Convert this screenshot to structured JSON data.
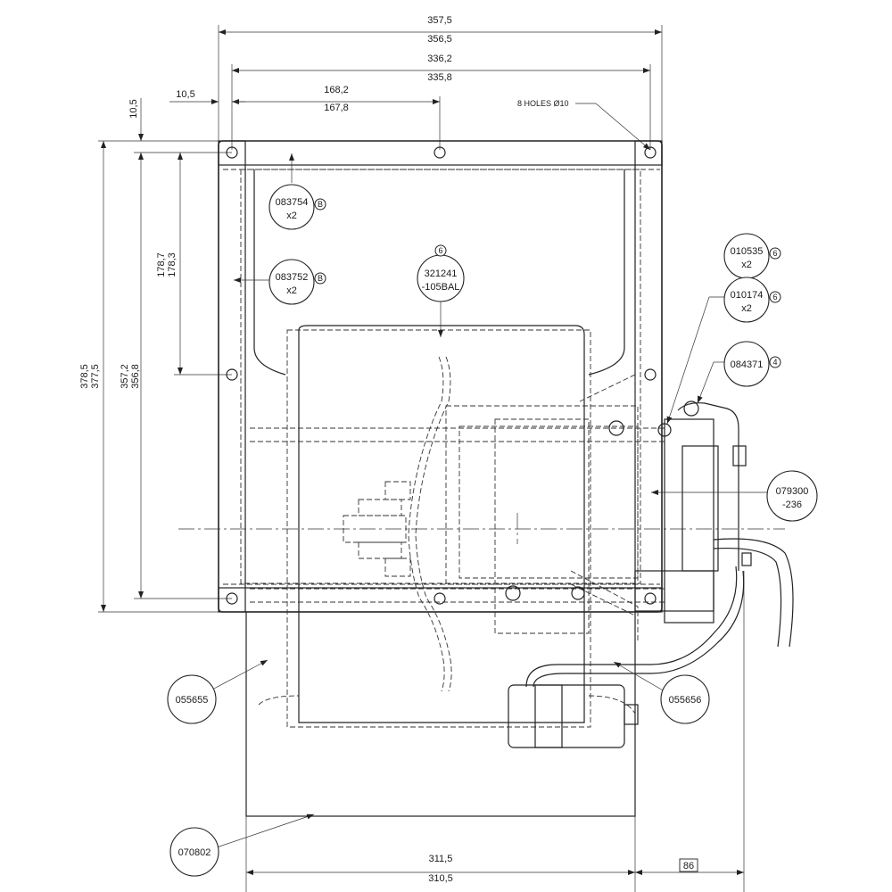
{
  "dimensions": {
    "top_overall": [
      "357,5",
      "356,5"
    ],
    "top_holes": [
      "336,2",
      "335,8"
    ],
    "top_half": [
      "168,2",
      "167,8"
    ],
    "left_offset": "10,5",
    "vertical_offset": "10,5",
    "left_overall": [
      "378,5",
      "377,5"
    ],
    "left_holes": [
      "357,2",
      "356,8"
    ],
    "left_half": [
      "178,7",
      "178,3"
    ],
    "bottom_width": [
      "311,5",
      "310,5"
    ],
    "bottom_box": "86"
  },
  "notes": {
    "holes": "8 HOLES Ø10"
  },
  "balloons": [
    {
      "id": "b-083754",
      "line1": "083754",
      "line2": "x2",
      "marker": "B"
    },
    {
      "id": "b-083752",
      "line1": "083752",
      "line2": "x2",
      "marker": "B"
    },
    {
      "id": "b-321241",
      "line1": "321241",
      "line2": "-105BAL",
      "marker": "6"
    },
    {
      "id": "b-010535",
      "line1": "010535",
      "line2": "x2",
      "marker": "6"
    },
    {
      "id": "b-010174",
      "line1": "010174",
      "line2": "x2",
      "marker": "6"
    },
    {
      "id": "b-084371",
      "line1": "084371",
      "line2": "",
      "marker": "4"
    },
    {
      "id": "b-079300",
      "line1": "079300",
      "line2": "-236",
      "marker": ""
    },
    {
      "id": "b-055655",
      "line1": "055655",
      "line2": "",
      "marker": ""
    },
    {
      "id": "b-055656",
      "line1": "055656",
      "line2": "",
      "marker": ""
    },
    {
      "id": "b-070802",
      "line1": "070802",
      "line2": "",
      "marker": ""
    }
  ]
}
